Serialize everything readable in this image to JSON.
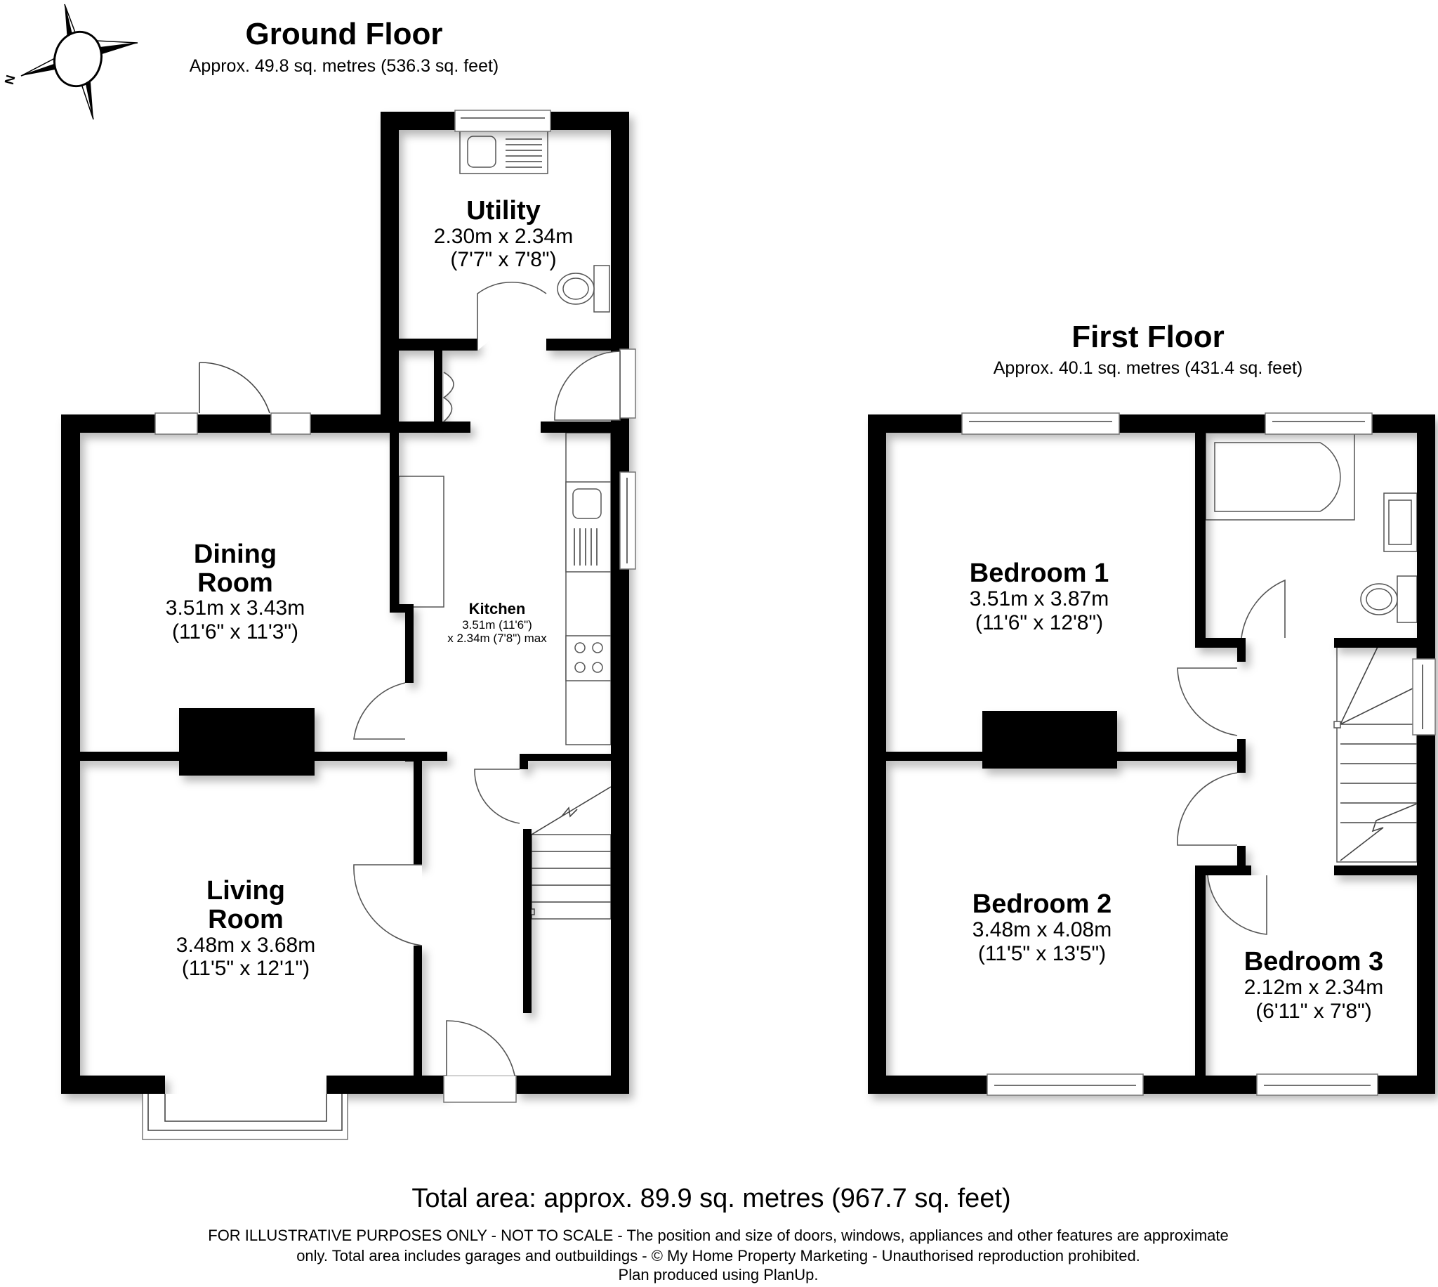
{
  "compass": {
    "label": "N",
    "icon": "compass-rose-icon"
  },
  "ground_floor": {
    "title": "Ground Floor",
    "area": "Approx. 49.8 sq. metres (536.3 sq. feet)",
    "rooms": {
      "utility": {
        "name": "Utility",
        "metric": "2.30m x 2.34m",
        "imperial": "(7'7\" x 7'8\")"
      },
      "dining": {
        "name_line1": "Dining",
        "name_line2": "Room",
        "metric": "3.51m x 3.43m",
        "imperial": "(11'6\" x 11'3\")"
      },
      "kitchen": {
        "name": "Kitchen",
        "dim_line1": "3.51m (11'6\")",
        "dim_line2": "x 2.34m (7'8\") max"
      },
      "living": {
        "name_line1": "Living",
        "name_line2": "Room",
        "metric": "3.48m x 3.68m",
        "imperial": "(11'5\" x 12'1\")"
      }
    }
  },
  "first_floor": {
    "title": "First Floor",
    "area": "Approx. 40.1 sq. metres (431.4 sq. feet)",
    "rooms": {
      "bedroom1": {
        "name": "Bedroom 1",
        "metric": "3.51m x 3.87m",
        "imperial": "(11'6\" x 12'8\")"
      },
      "bedroom2": {
        "name": "Bedroom 2",
        "metric": "3.48m x 4.08m",
        "imperial": "(11'5\" x 13'5\")"
      },
      "bedroom3": {
        "name": "Bedroom 3",
        "metric": "2.12m x 2.34m",
        "imperial": "(6'11\" x 7'8\")"
      }
    }
  },
  "footer": {
    "total_area": "Total area: approx. 89.9 sq. metres (967.7 sq. feet)",
    "disclaimer_line1": "FOR ILLUSTRATIVE PURPOSES ONLY - NOT TO SCALE - The position and size of doors, windows, appliances and other features are approximate",
    "disclaimer_line2": "only. Total area includes garages and outbuildings - © My Home Property Marketing - Unauthorised reproduction prohibited.",
    "disclaimer_line3": "Plan produced using PlanUp."
  }
}
